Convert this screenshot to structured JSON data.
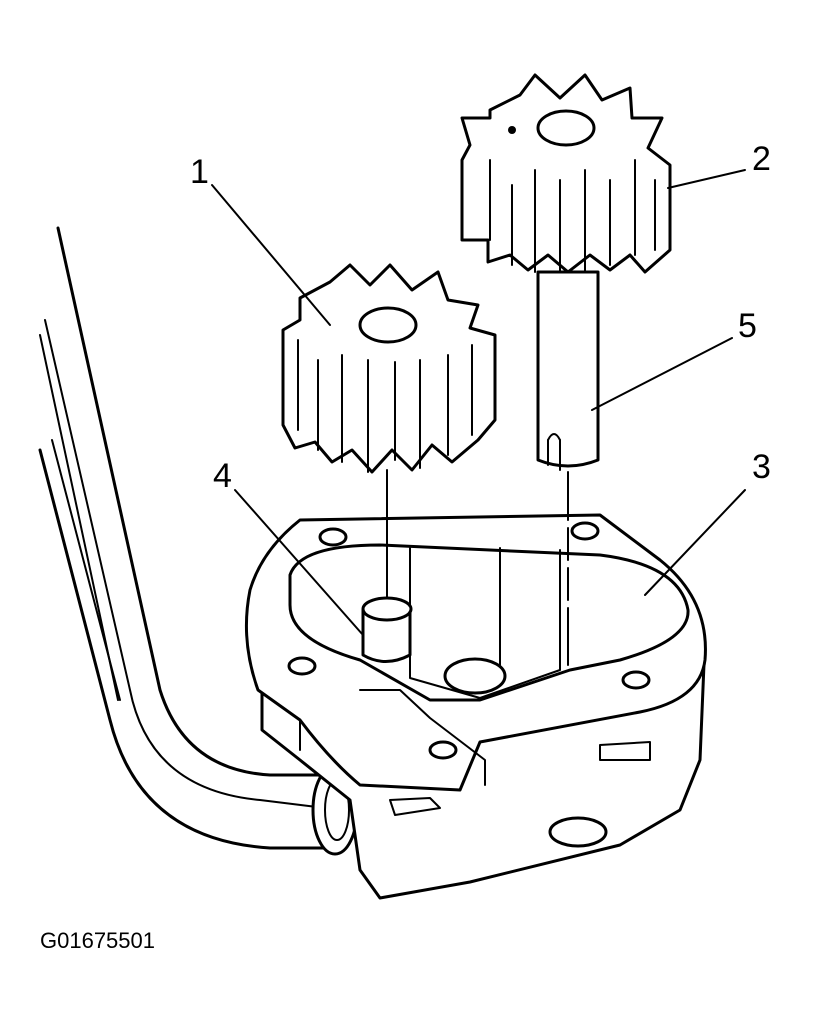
{
  "figure_id": "G01675501",
  "callouts": [
    {
      "id": "1",
      "label": "1"
    },
    {
      "id": "2",
      "label": "2"
    },
    {
      "id": "3",
      "label": "3"
    },
    {
      "id": "4",
      "label": "4"
    },
    {
      "id": "5",
      "label": "5"
    }
  ],
  "colors": {
    "ink": "#000000",
    "paper": "#ffffff"
  }
}
